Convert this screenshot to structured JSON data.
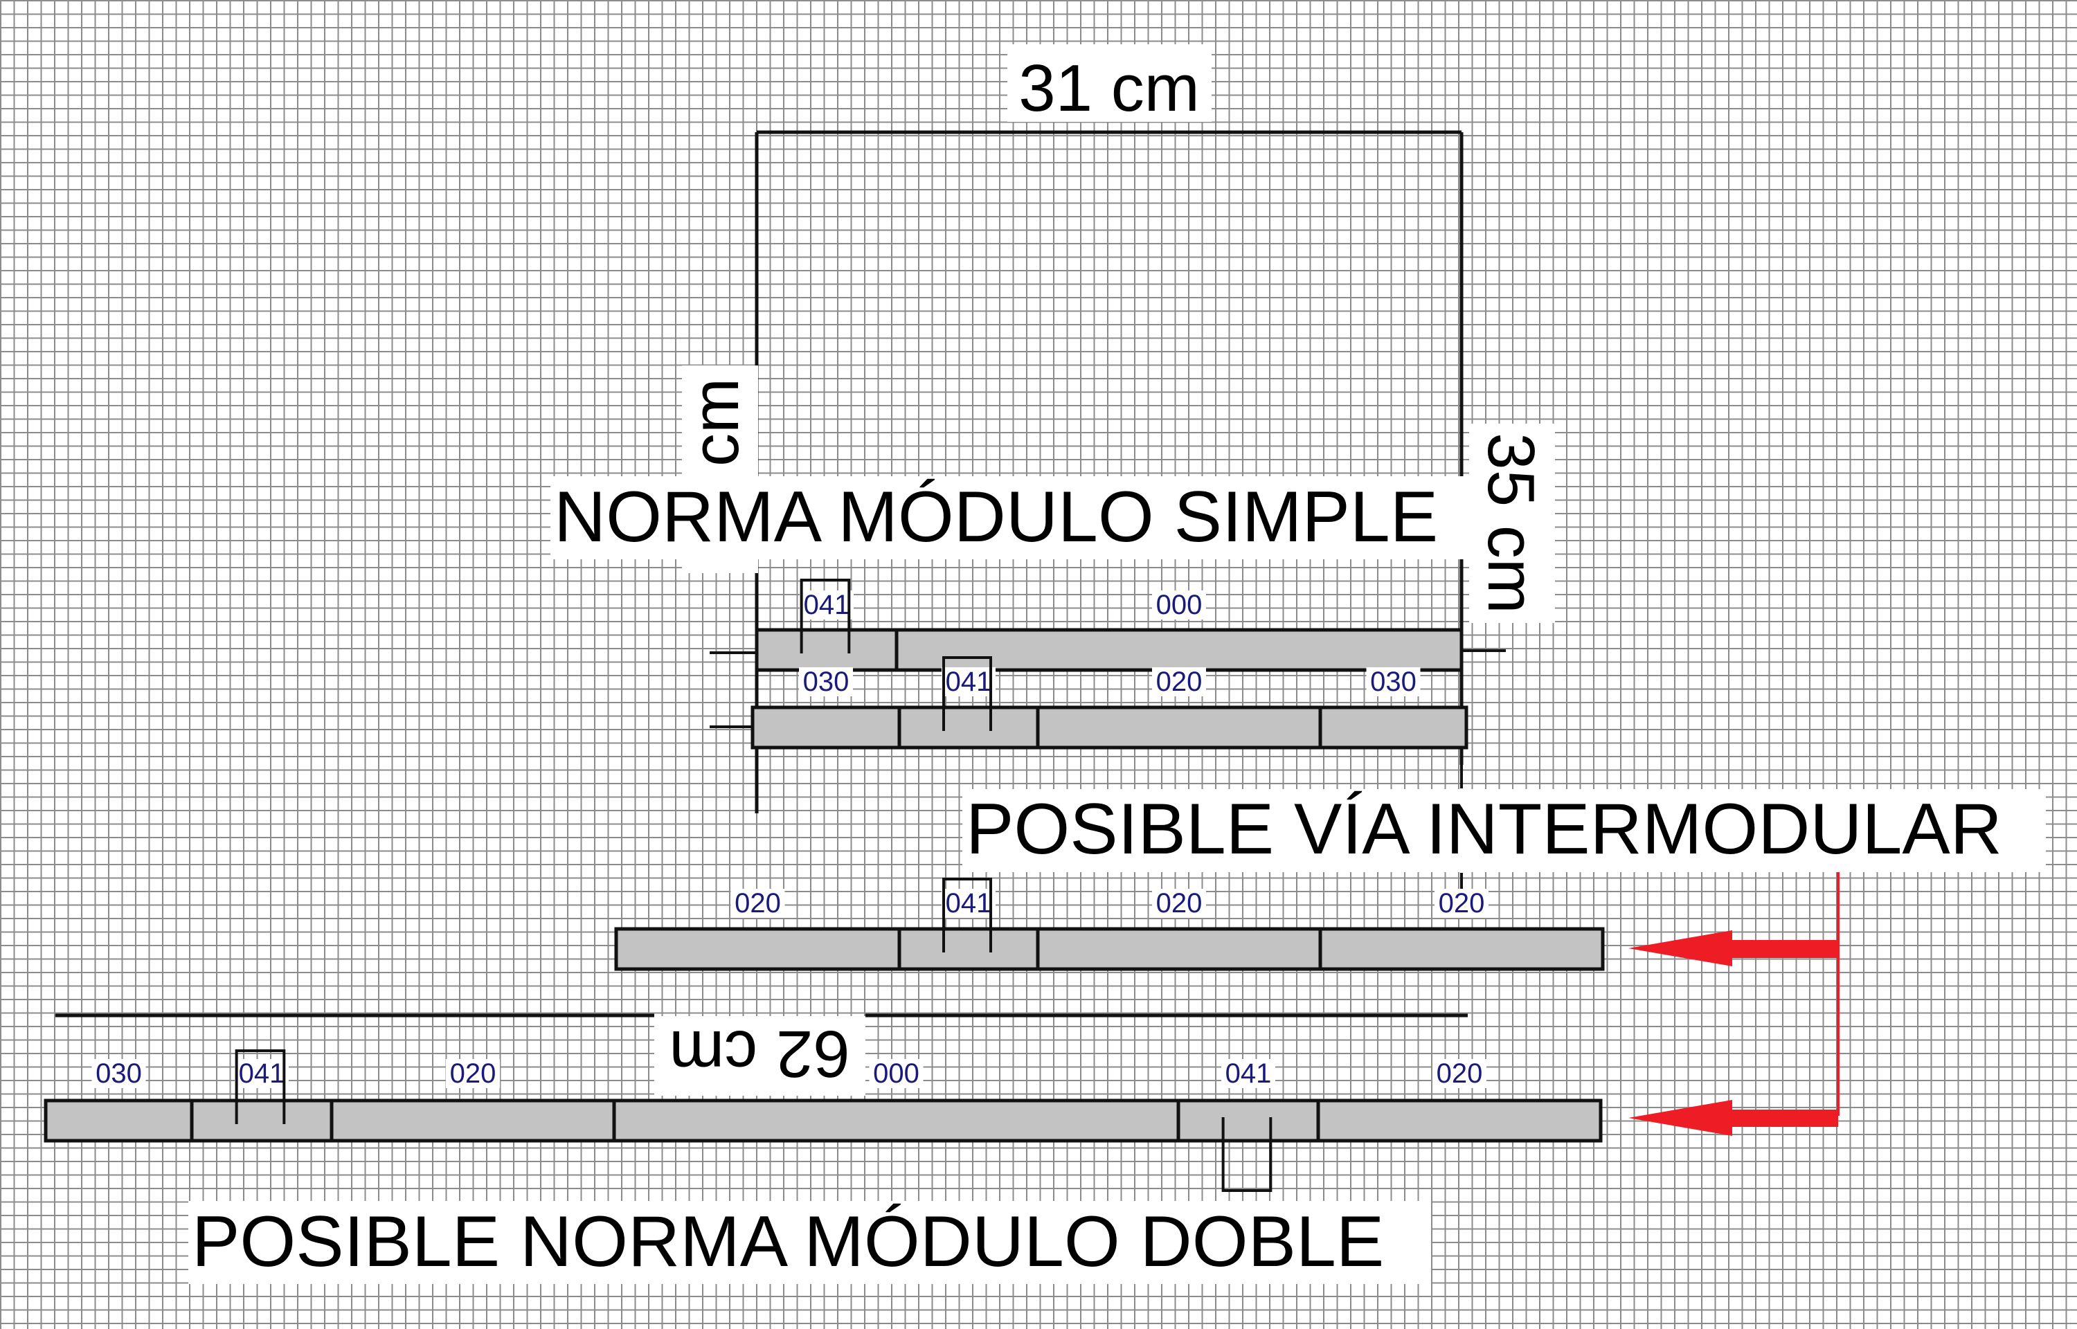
{
  "titles": {
    "simple": "NORMA MÓDULO SIMPLE",
    "intermodular": "POSIBLE VÍA INTERMODULAR",
    "doble": "POSIBLE NORMA MÓDULO DOBLE"
  },
  "dimensions": {
    "width_simple": "31 cm",
    "height_right": "35 cm",
    "height_left": "cm",
    "width_doble": "62 cm"
  },
  "track_rows": [
    {
      "name": "simple-top",
      "segments": [
        {
          "code": "041",
          "feeder": "up"
        },
        {
          "code": "000"
        }
      ]
    },
    {
      "name": "simple-bottom",
      "segments": [
        {
          "code": "030"
        },
        {
          "code": "041",
          "feeder": "up"
        },
        {
          "code": "020"
        },
        {
          "code": "030"
        }
      ]
    },
    {
      "name": "intermodular",
      "segments": [
        {
          "code": "020"
        },
        {
          "code": "041",
          "feeder": "up"
        },
        {
          "code": "020"
        },
        {
          "code": "020"
        }
      ]
    },
    {
      "name": "doble",
      "segments": [
        {
          "code": "030"
        },
        {
          "code": "041",
          "feeder": "up"
        },
        {
          "code": "020"
        },
        {
          "code": "000"
        },
        {
          "code": "041",
          "feeder": "down"
        },
        {
          "code": "020"
        }
      ]
    }
  ],
  "colors": {
    "track_fill": "#c3c3c3",
    "outline": "#111111",
    "label_text": "#1a1a7a",
    "arrow": "#ee1c25",
    "grid": "#8c8c8c"
  }
}
